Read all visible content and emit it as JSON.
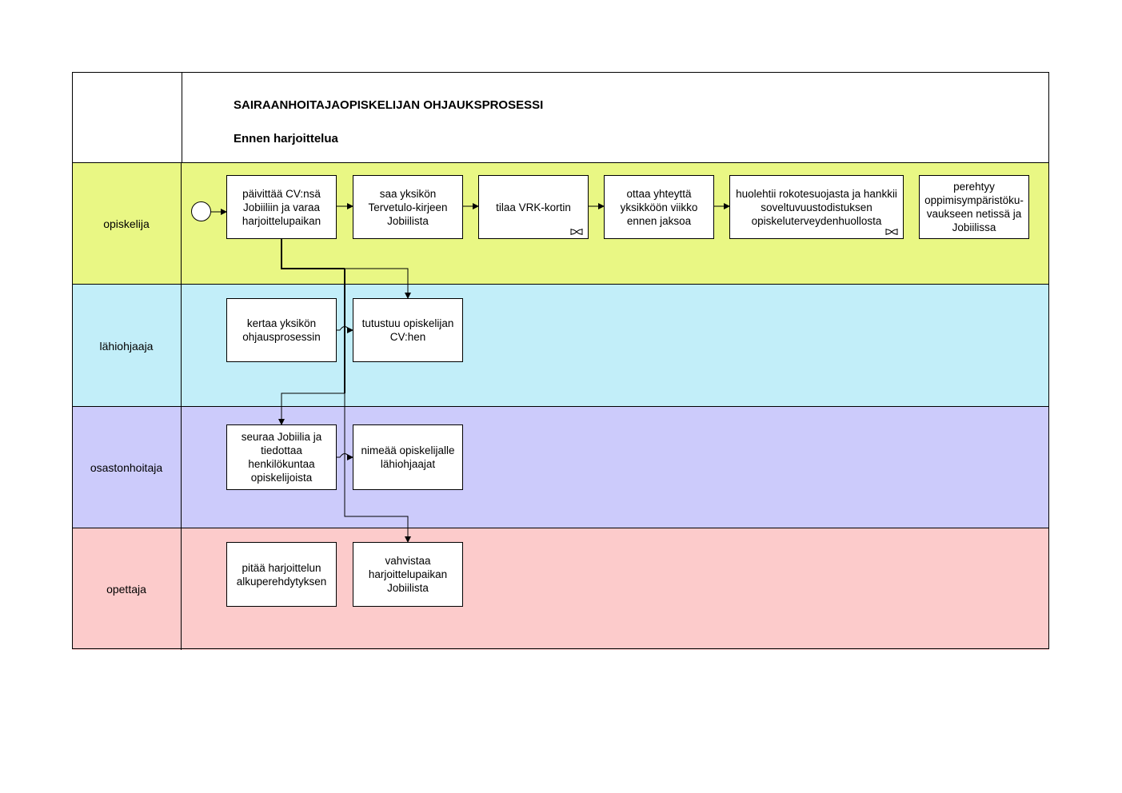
{
  "diagram": {
    "title": "SAIRAANHOITAJAOPISKELIJAN OHJAUKSPROSESSI",
    "subtitle": "Ennen harjoittelua"
  },
  "lanes": [
    {
      "label": "opiskelija",
      "color": "#e9f784"
    },
    {
      "label": "lähiohjaaja",
      "color": "#c2eef9"
    },
    {
      "label": "osastonhoitaja",
      "color": "#cccbfb"
    },
    {
      "label": "opettaja",
      "color": "#fccbcb"
    }
  ],
  "tasks": {
    "paivittaa_cv": "päivittää CV:nsä Jobiiliin ja varaa harjoittelupaikan",
    "saa_kirje": "saa yksikön Tervetulo-kirjeen Jobiilista",
    "tilaa_vrk": "tilaa VRK-kortin",
    "ottaa_yhteytta": "ottaa yhteyttä yksikköön viikko ennen jaksoa",
    "huolehtii_rokote": "huolehtii rokotesuojasta ja hankkii soveltuvuustodistuksen opiskeluterveydenhuollosta",
    "perehtyy": "perehtyy oppimisympäristöku-vaukseen netissä ja Jobiilissa",
    "kertaa": "kertaa yksikön ohjausprosessin",
    "tutustuu": "tutustuu opiskelijan CV:hen",
    "seuraa": "seuraa Jobiilia ja tiedottaa henkilökuntaa opiskelijoista",
    "nimeaa": "nimeää opiskelijalle lähiohjaajat",
    "pitaa": "pitää harjoittelun alkuperehdytyksen",
    "vahvistaa": "vahvistaa harjoittelupaikan Jobiilista"
  },
  "icons": {
    "subprocess": "subprocess-link-icon",
    "start": "start-event-icon"
  }
}
